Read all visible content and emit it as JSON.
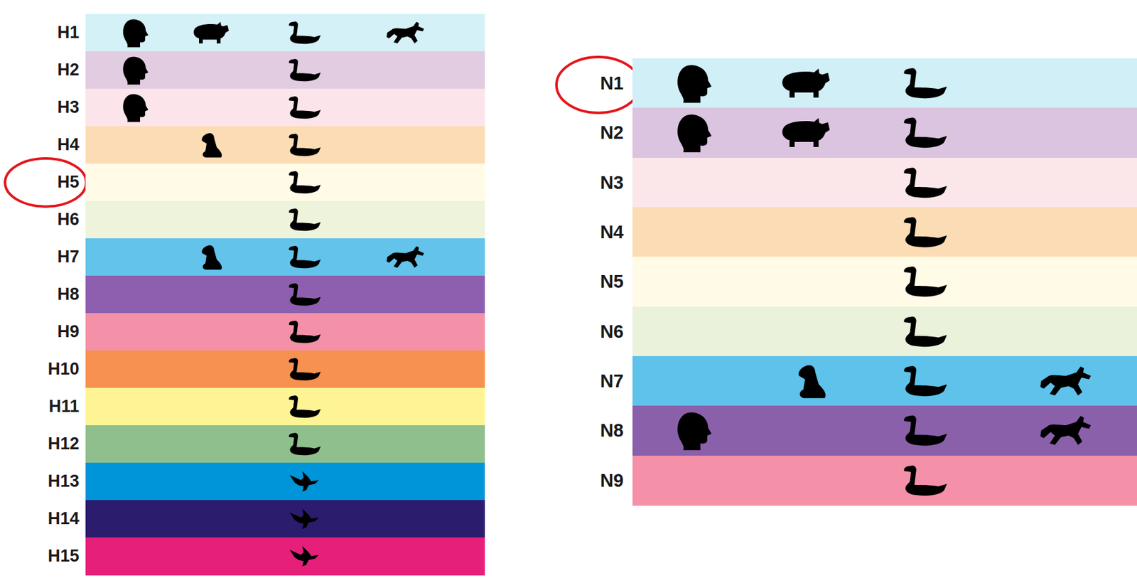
{
  "diagram": {
    "nodes": [
      {
        "text": [
          "H1"
        ]
      },
      {
        "text": [
          "H2"
        ]
      },
      {
        "text": [
          "H3"
        ]
      },
      {
        "text": [
          "H4"
        ]
      },
      {
        "text": [
          "H5"
        ]
      },
      {
        "text": [
          "H6"
        ]
      },
      {
        "text": [
          "H7"
        ]
      },
      {
        "text": [
          "H8"
        ]
      },
      {
        "text": [
          "H9"
        ]
      },
      {
        "text": [
          "H10"
        ]
      },
      {
        "text": [
          "H11"
        ]
      },
      {
        "text": [
          "H12"
        ]
      },
      {
        "text": [
          "H13"
        ]
      },
      {
        "text": [
          "H14"
        ]
      },
      {
        "text": [
          "H15"
        ]
      },
      {
        "text": [
          "N1"
        ]
      },
      {
        "text": [
          "N2"
        ]
      },
      {
        "text": [
          "N3"
        ]
      },
      {
        "text": [
          "N4"
        ]
      },
      {
        "text": [
          "N5"
        ]
      },
      {
        "text": [
          "N6"
        ]
      },
      {
        "text": [
          "N7"
        ]
      },
      {
        "text": [
          "N8"
        ]
      },
      {
        "text": [
          "N9"
        ]
      }
    ]
  }
}
